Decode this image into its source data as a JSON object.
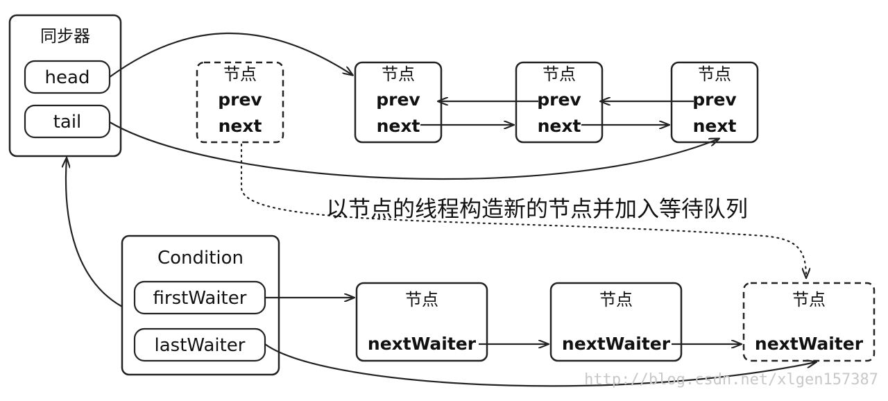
{
  "sync": {
    "title": "同步器",
    "head": "head",
    "tail": "tail"
  },
  "sync_queue": [
    {
      "label": "节点",
      "prev": "prev",
      "next": "next",
      "style": "dashed"
    },
    {
      "label": "节点",
      "prev": "prev",
      "next": "next",
      "style": "solid"
    },
    {
      "label": "节点",
      "prev": "prev",
      "next": "next",
      "style": "solid"
    },
    {
      "label": "节点",
      "prev": "prev",
      "next": "next",
      "style": "solid"
    }
  ],
  "annotation": "以节点的线程构造新的节点并加入等待队列",
  "condition": {
    "title": "Condition",
    "first": "firstWaiter",
    "last": "lastWaiter"
  },
  "wait_queue": [
    {
      "label": "节点",
      "next": "nextWaiter",
      "style": "solid"
    },
    {
      "label": "节点",
      "next": "nextWaiter",
      "style": "solid"
    },
    {
      "label": "节点",
      "next": "nextWaiter",
      "style": "dashed"
    }
  ],
  "watermark": "http://blog.csdn.net/xlgen157387"
}
